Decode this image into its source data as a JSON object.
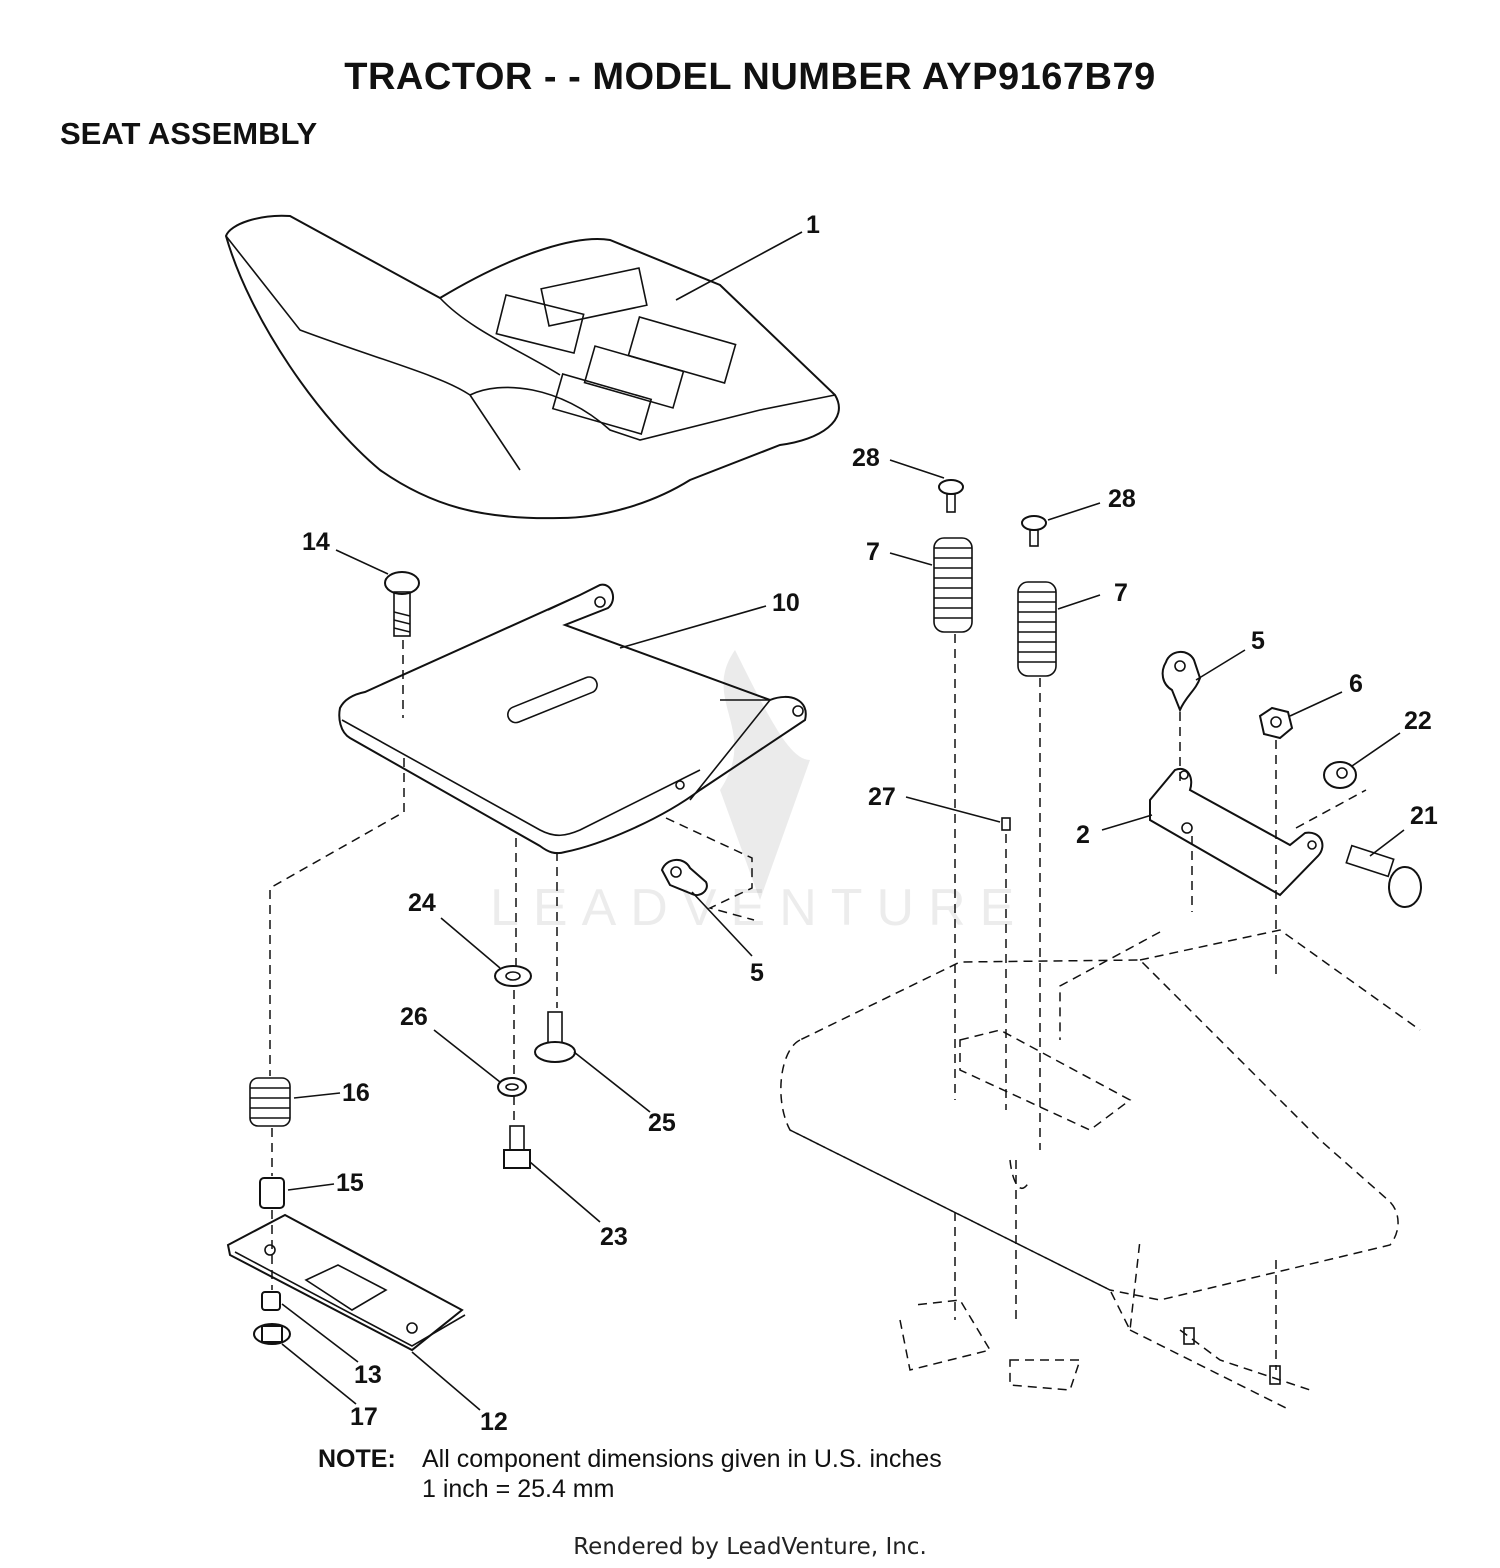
{
  "title": "TRACTOR - - MODEL NUMBER AYP9167B79",
  "subtitle": "SEAT ASSEMBLY",
  "callouts": [
    "1",
    "28",
    "28",
    "7",
    "7",
    "14",
    "10",
    "5",
    "6",
    "22",
    "27",
    "2",
    "21",
    "24",
    "5",
    "26",
    "25",
    "16",
    "15",
    "23",
    "13",
    "17",
    "12"
  ],
  "note": {
    "label": "NOTE:",
    "line1": "All component dimensions given in U.S. inches",
    "line2": "1 inch = 25.4 mm"
  },
  "watermark": "LEADVENTURE",
  "footer": "Rendered by LeadVenture, Inc."
}
